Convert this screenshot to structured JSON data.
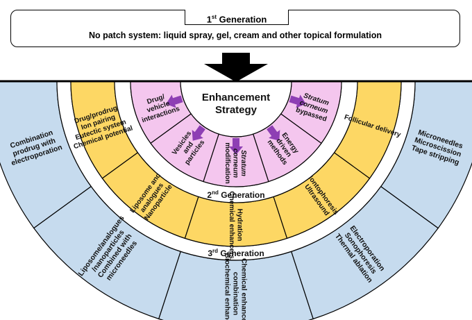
{
  "first_generation": {
    "title": "1st Generation",
    "title_main": "1",
    "title_sup": "st",
    "title_rest": " Generation",
    "description": "No patch system: liquid spray, gel, cream and other topical formulation"
  },
  "center": {
    "title_line1": "Enhancement",
    "title_line2": "Strategy"
  },
  "colors": {
    "pink": "#f4c6ee",
    "purple": "#8e3fb4",
    "yellow": "#fdd764",
    "blue": "#c6dbee",
    "border": "#000000"
  },
  "inner_ring": {
    "segments": [
      {
        "lines": [
          "Drug/",
          "vehicle",
          "interactions"
        ],
        "italic": []
      },
      {
        "lines": [
          "Vesicles",
          "and",
          "particles"
        ],
        "italic": []
      },
      {
        "lines": [
          "Stratum",
          "corneum",
          "modification"
        ],
        "italic": [
          0,
          1
        ]
      },
      {
        "lines": [
          "Energy",
          "driven",
          "methods"
        ],
        "italic": []
      },
      {
        "lines": [
          "Stratum",
          "corneum",
          "bypassed"
        ],
        "italic": [
          0,
          1
        ]
      }
    ]
  },
  "second_generation": {
    "label_main": "2",
    "label_sup": "nd",
    "label_rest": " Generation",
    "segments": [
      {
        "lines": [
          "Drug/prodrug",
          "Ion pairing",
          "Eutectic system",
          "Chemical potential"
        ]
      },
      {
        "lines": [
          "Liposome and",
          "analogues",
          "Nanoparticle"
        ]
      },
      {
        "lines": [
          "Hydration",
          "Chemical enhancers"
        ]
      },
      {
        "lines": [
          "Iontophoresis",
          "Ultrasound"
        ]
      },
      {
        "lines": [
          "Follicular delivery"
        ]
      }
    ]
  },
  "third_generation": {
    "label_main": "3",
    "label_sup": "rd",
    "label_rest": " Generation",
    "segments": [
      {
        "lines": [
          "Combination",
          "prodrug with",
          "electroporation"
        ]
      },
      {
        "lines": [
          "Liposome/analogues",
          "/nanoparticles",
          "Combined with",
          "microneedles"
        ]
      },
      {
        "lines": [
          "Chemical enhancers",
          "combination",
          "Biochemical enhancers"
        ]
      },
      {
        "lines": [
          "Electroporation",
          "Sonophoresis",
          "Thermal ablation"
        ]
      },
      {
        "lines": [
          "Microneedles",
          "Microscission",
          "Tape stripping"
        ]
      }
    ]
  }
}
